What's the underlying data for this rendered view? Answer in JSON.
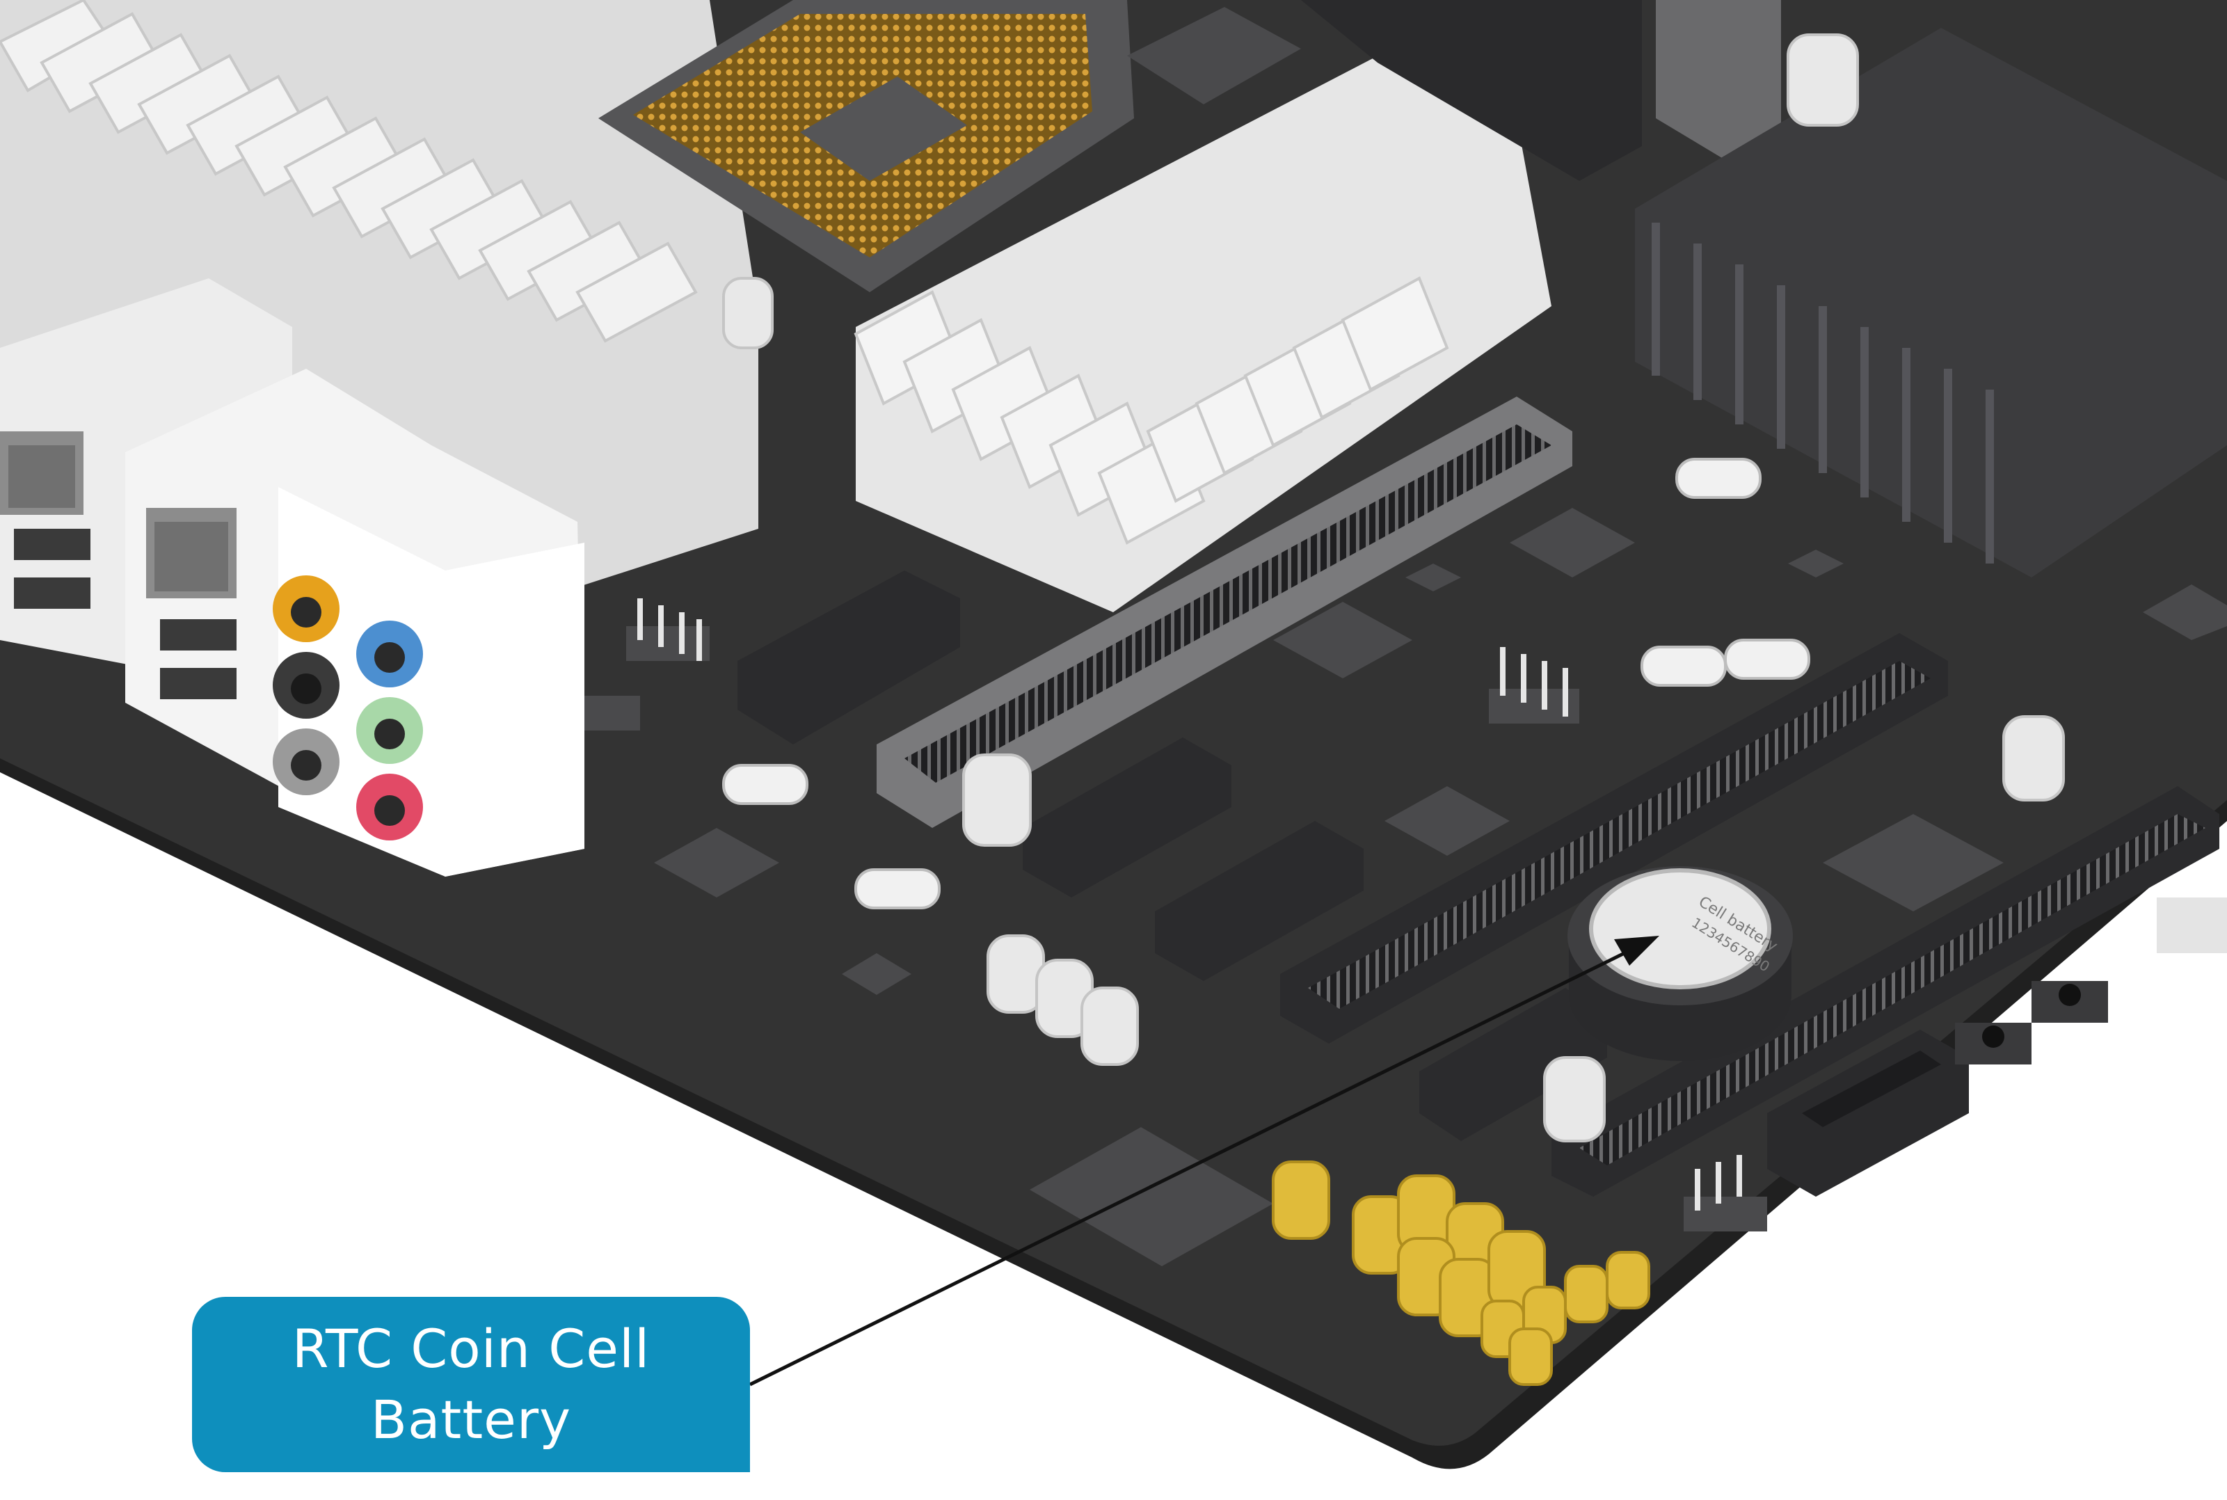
{
  "callout": {
    "label": "RTC Coin Cell\nBattery",
    "color": "#0e8fbd"
  },
  "battery": {
    "line1": "Cell battery",
    "line2": "1234567890"
  },
  "colors": {
    "board": "#333333",
    "board_edge": "#202020",
    "slot": "#2b2b2d",
    "chip": "#4a4a4c",
    "heatsink": "#3c3c3e",
    "plastic": "#f0f0f0",
    "cpu_pins": "#b98a2e",
    "capacitor_gold": "#e0bb3a",
    "audio_orange": "#e6a11c",
    "audio_blue": "#4c8fd0",
    "audio_green": "#a8d8a8",
    "audio_pink": "#e24a66",
    "audio_black": "#3a3a3a",
    "audio_gray": "#9a9a9a"
  }
}
